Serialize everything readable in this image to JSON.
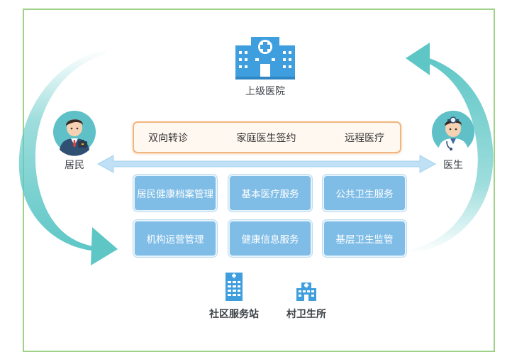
{
  "diagram": {
    "top_node": {
      "label": "上级医院",
      "icon": "hospital-icon"
    },
    "left_node": {
      "label": "居民",
      "icon": "resident-avatar-icon"
    },
    "right_node": {
      "label": "医生",
      "icon": "doctor-avatar-icon"
    },
    "services": [
      "双向转诊",
      "家庭医生签约",
      "远程医疗"
    ],
    "grid": [
      [
        "居民健康档案管理",
        "基本医疗服务",
        "公共卫生服务"
      ],
      [
        "机构运营管理",
        "健康信息服务",
        "基层卫生监管"
      ]
    ],
    "bottom_nodes": [
      {
        "label": "社区服务站",
        "icon": "community-station-icon"
      },
      {
        "label": "村卫生所",
        "icon": "village-clinic-icon"
      }
    ]
  },
  "colors": {
    "frame_border": "#9fd187",
    "teal_arrow": "#5ec7c6",
    "grid_fill": "#7fbde7",
    "services_border": "#f1b67f",
    "hospital_blue": "#3f9fde"
  }
}
